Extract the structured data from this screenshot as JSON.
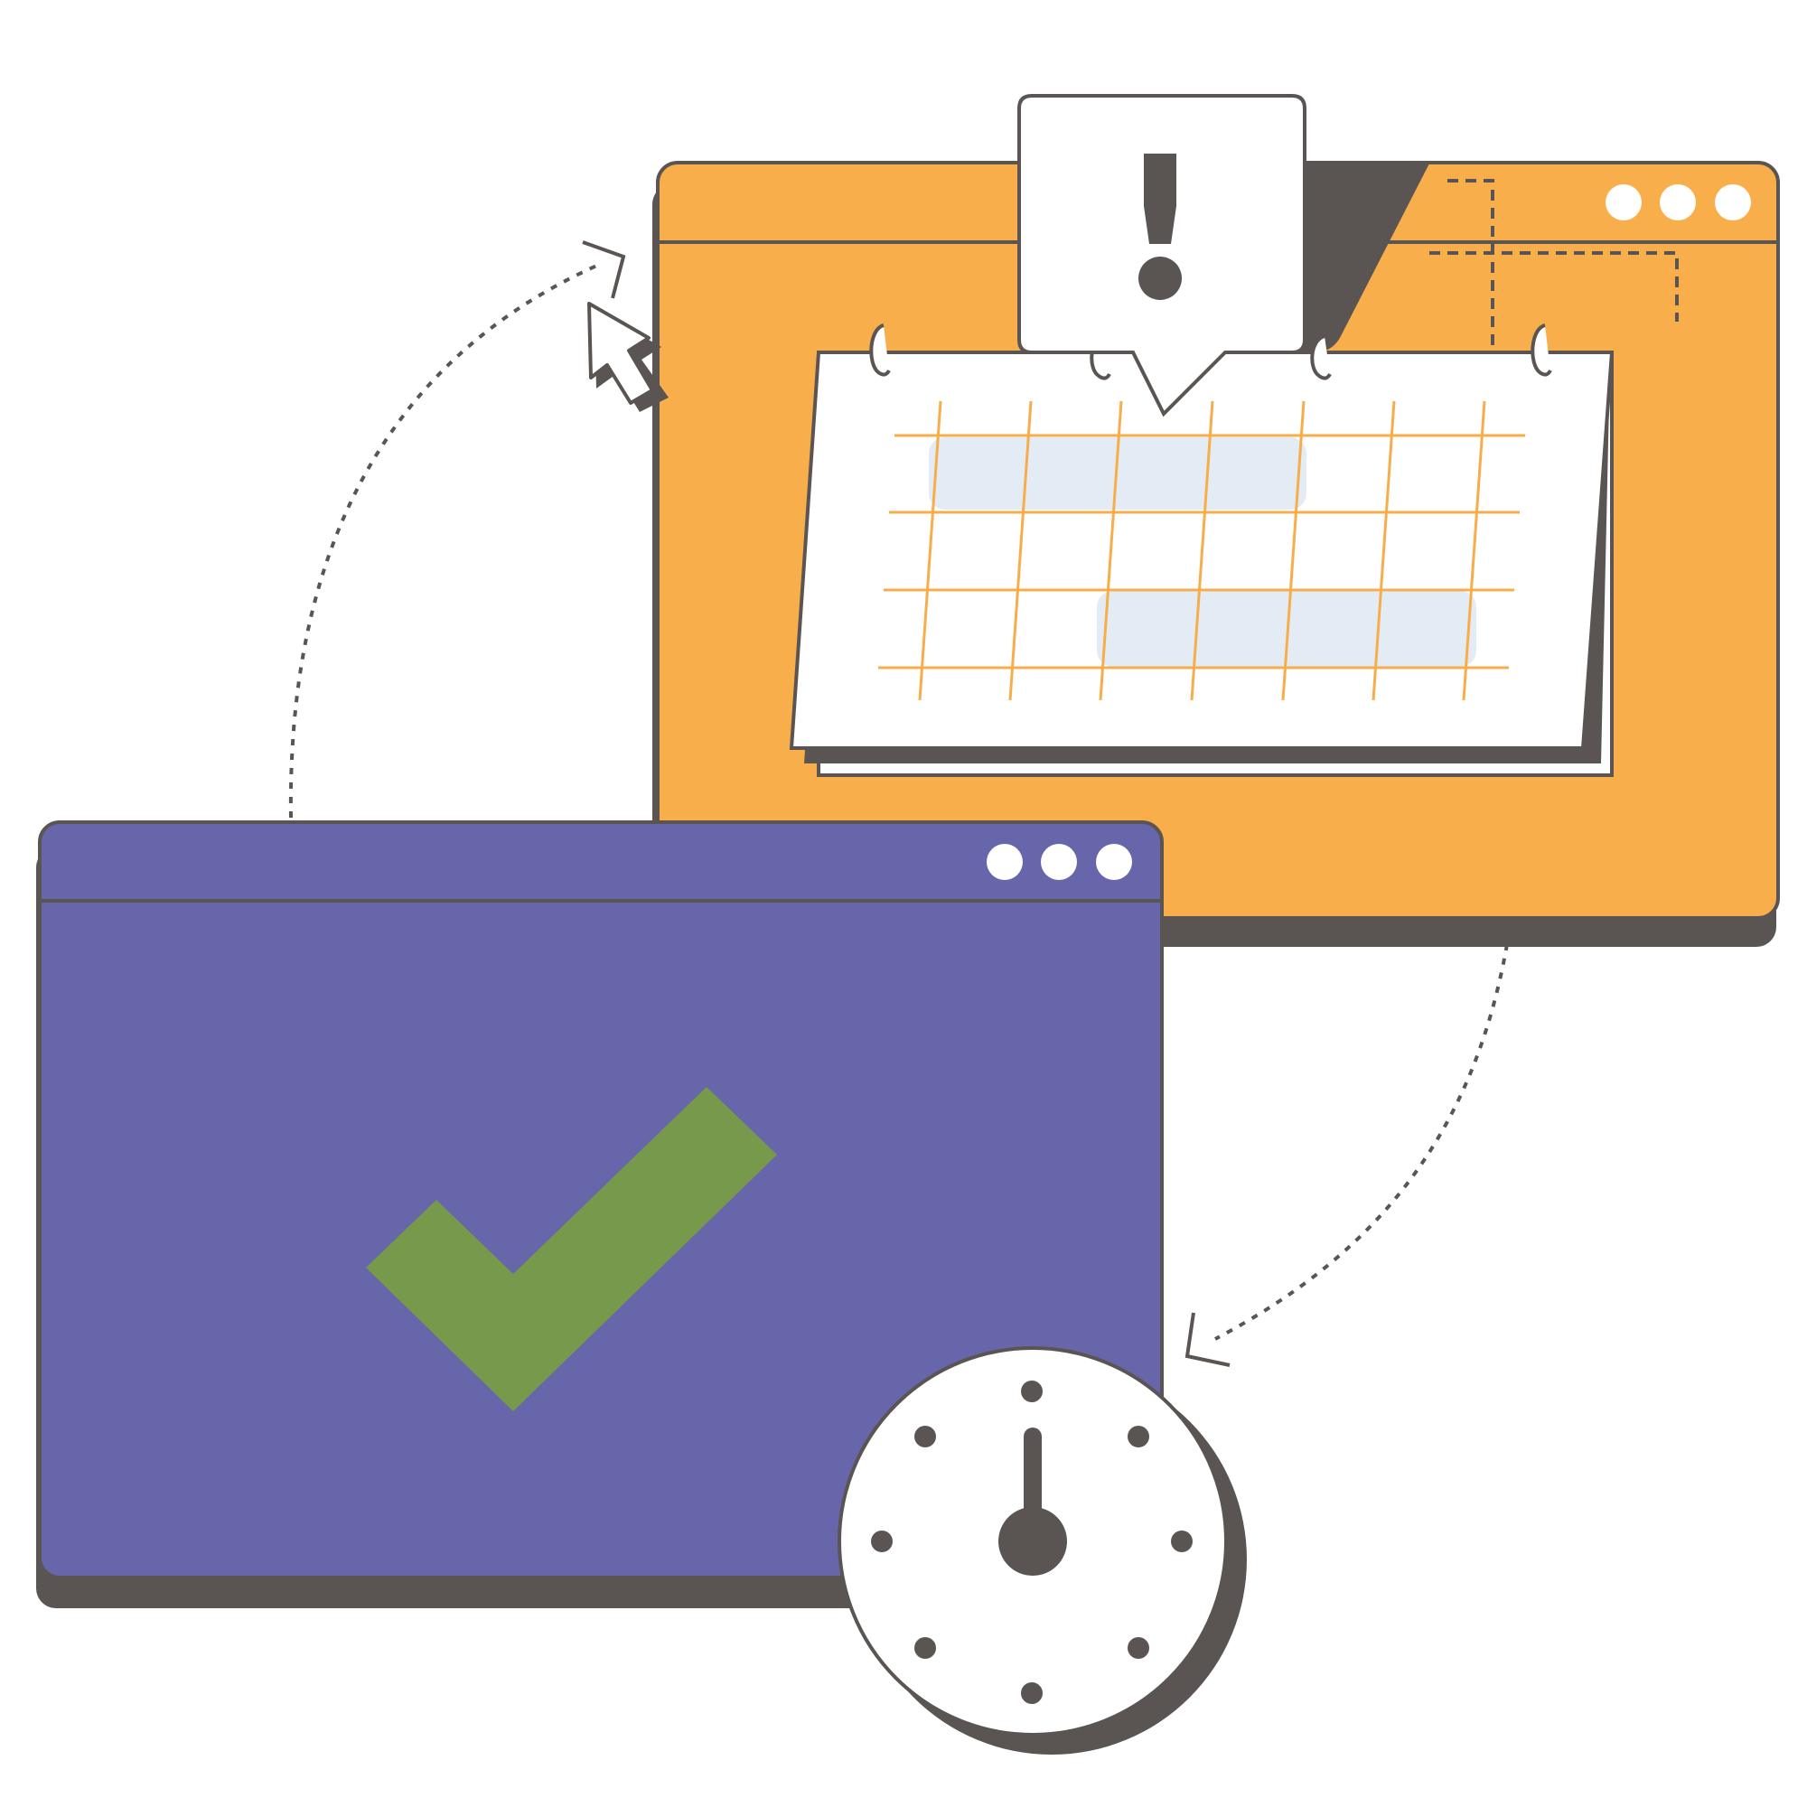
{
  "colors": {
    "outline": "#5a5552",
    "orange_window": "#f8ae4b",
    "purple_window": "#6866aa",
    "check_green": "#76994b",
    "calendar_grid": "#f7ae4a",
    "calendar_highlight": "#e3ebf5",
    "paper": "#ffffff",
    "background": "#ffffff"
  },
  "windows": [
    {
      "name": "schedule-window",
      "color": "orange",
      "control_dots": 3
    },
    {
      "name": "confirmation-window",
      "color": "purple",
      "control_dots": 3
    }
  ],
  "icons": [
    "cursor-arrow-icon",
    "alert-exclamation-icon",
    "calendar-icon",
    "checkmark-icon",
    "clock-icon",
    "sync-arrows-icon"
  ],
  "calendar": {
    "columns": 7,
    "rows": 4,
    "binder_rings": 4,
    "highlighted_row_1_cells": 4,
    "highlighted_row_3_cells": 4
  },
  "clock": {
    "hour_markers": 8,
    "hand_position": "12 o'clock"
  }
}
